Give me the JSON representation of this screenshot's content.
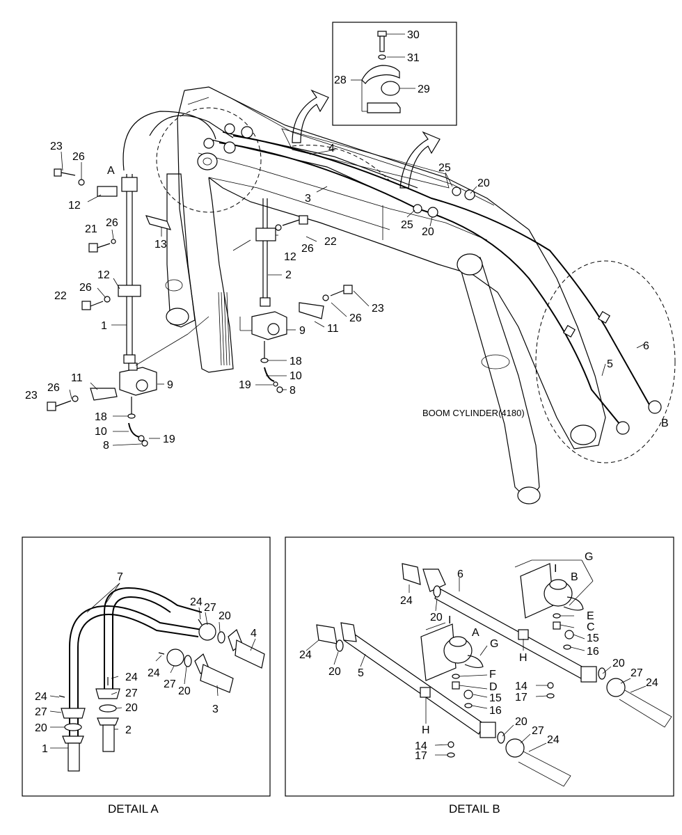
{
  "main": {
    "labels": {
      "p30": "30",
      "p31": "31",
      "p28": "28",
      "p29": "29",
      "p4": "4",
      "p3": "3",
      "p25a": "25",
      "p20a": "20",
      "p25b": "25",
      "p20b": "20",
      "p23a": "23",
      "p26a": "26",
      "pA": "A",
      "p12a": "12",
      "p21": "21",
      "p26b": "26",
      "p13": "13",
      "p12b": "12",
      "p26c": "26",
      "p22a": "22",
      "p22b": "22",
      "p26d": "26",
      "p12c": "12",
      "p2": "2",
      "p1": "1",
      "p26e": "26",
      "p23b": "23",
      "p11a": "11",
      "p9a": "9",
      "p18a": "18",
      "p10a": "10",
      "p19a": "19",
      "p8a": "8",
      "p11b": "11",
      "p26f": "26",
      "p23c": "23",
      "p9b": "9",
      "p18b": "18",
      "p10b": "10",
      "p19b": "19",
      "p8b": "8",
      "p6": "6",
      "p5": "5",
      "pB": "B"
    },
    "boom_cylinder_note": "BOOM CYLINDER(4180)"
  },
  "detail_a": {
    "caption": "DETAIL A",
    "labels": {
      "p7": "7",
      "p24a": "24",
      "p27a": "27",
      "p20a": "20",
      "p4": "4",
      "p24b": "24",
      "p27b": "27",
      "p20b": "20",
      "p3": "3",
      "p24c": "24",
      "p27c": "27",
      "p20c": "20",
      "p2": "2",
      "p24d": "24",
      "p27d": "27",
      "p20d": "20",
      "p1": "1"
    }
  },
  "detail_b": {
    "caption": "DETAIL B",
    "labels": {
      "pG1": "G",
      "pI1": "I",
      "pB": "B",
      "p6": "6",
      "p24a": "24",
      "p20a": "20",
      "pE": "E",
      "pC": "C",
      "p15a": "15",
      "p16a": "16",
      "pH1": "H",
      "p24b": "24",
      "p20b": "20",
      "p5": "5",
      "pI2": "I",
      "pA": "A",
      "pG2": "G",
      "pF": "F",
      "pD": "D",
      "p15b": "15",
      "p16b": "16",
      "pH2": "H",
      "p14a": "14",
      "p17a": "17",
      "p14b": "14",
      "p17b": "17",
      "p20c": "20",
      "p27a": "27",
      "p24c": "24",
      "p20d": "20",
      "p27b": "27",
      "p24d": "24"
    }
  }
}
